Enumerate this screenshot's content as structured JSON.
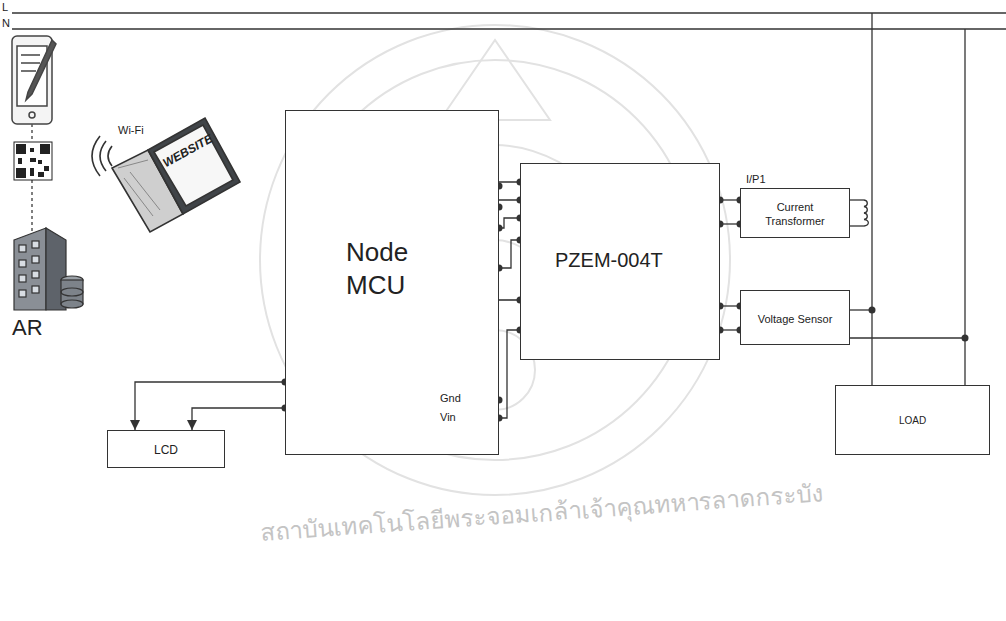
{
  "diagram": {
    "nodes": [
      {
        "text": [
          "Node MCU"
        ]
      },
      {
        "text": [
          "PZEM-004T"
        ]
      },
      {
        "text": [
          "Current Transformer"
        ]
      },
      {
        "text": [
          "Voltage Sensor"
        ]
      },
      {
        "text": [
          "LCD"
        ]
      },
      {
        "text": [
          "LOAD"
        ]
      }
    ],
    "edges": [
      {
        "from": 0,
        "to": 1,
        "arrow": "none"
      },
      {
        "from": 0,
        "to": 1,
        "arrow": "none"
      },
      {
        "from": 0,
        "to": 1,
        "arrow": "none"
      },
      {
        "from": 0,
        "to": 1,
        "arrow": "none"
      },
      {
        "from": 0,
        "to": 1,
        "arrow": "none"
      },
      {
        "from": 0,
        "to": 1,
        "arrow": "none"
      },
      {
        "from": 1,
        "to": 2,
        "arrow": "none"
      },
      {
        "from": 1,
        "to": 2,
        "arrow": "none"
      },
      {
        "from": 1,
        "to": 3,
        "arrow": "none"
      },
      {
        "from": 1,
        "to": 3,
        "arrow": "none"
      },
      {
        "from": 0,
        "to": 4,
        "arrow": "to"
      },
      {
        "from": 0,
        "to": 4,
        "arrow": "to"
      }
    ],
    "labels": [
      "L",
      "N",
      "Wi-Fi",
      "WEBSITE",
      "AR",
      "I/P1",
      "Gnd",
      "Vin",
      "สถาบันเทคโนโลยีพระจอมเกล้าเจ้าคุณทหารลาดกระบัง"
    ]
  }
}
